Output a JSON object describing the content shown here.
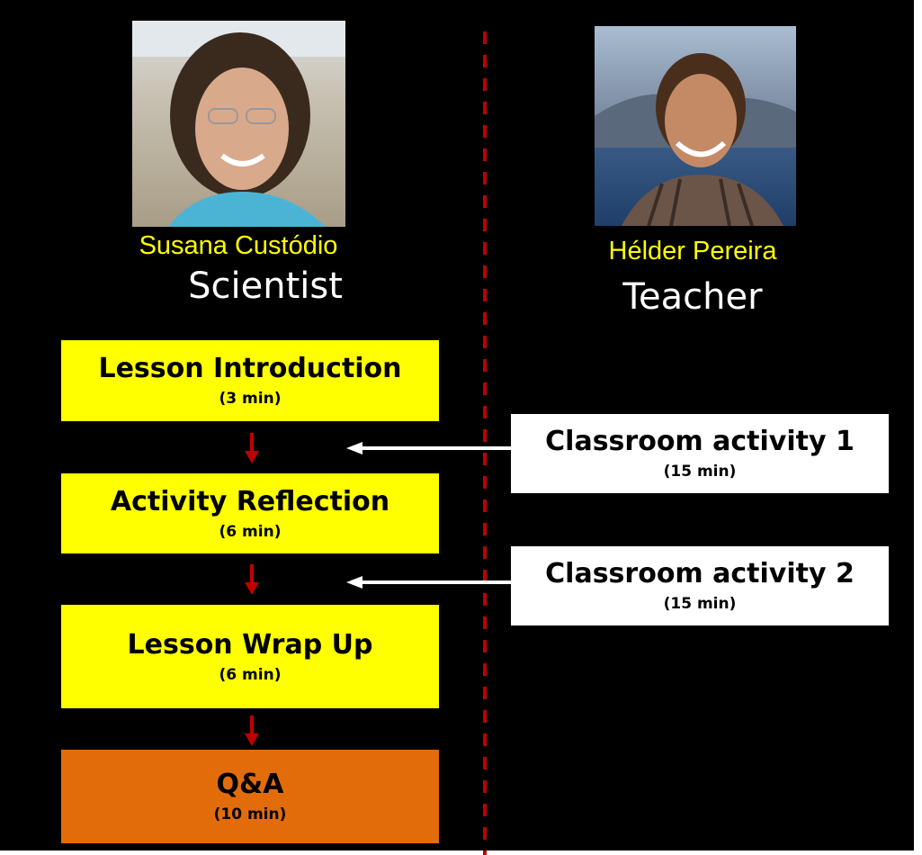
{
  "scientist": {
    "name": "Susana Custódio",
    "role": "Scientist",
    "photo_icon": "portrait-woman-glasses"
  },
  "teacher": {
    "name": "Hélder Pereira",
    "role": "Teacher",
    "photo_icon": "portrait-man-beard"
  },
  "steps": [
    {
      "title": "Lesson Introduction",
      "duration": "(3 min)"
    },
    {
      "title": "Activity Reflection",
      "duration": "(6 min)"
    },
    {
      "title": "Lesson Wrap Up",
      "duration": "(6 min)"
    },
    {
      "title": "Q&A",
      "duration": "(10 min)"
    }
  ],
  "activities": [
    {
      "title": "Classroom activity 1",
      "duration": "(15 min)"
    },
    {
      "title": "Classroom activity 2",
      "duration": "(15 min)"
    }
  ],
  "colors": {
    "background": "#000000",
    "step_box": "#ffff00",
    "qa_box": "#e36c0a",
    "activity_box": "#ffffff",
    "name_text": "#ffff00",
    "role_text": "#ffffff",
    "down_arrow": "#c00000",
    "divider": "#c00000",
    "side_arrow": "#ffffff"
  }
}
